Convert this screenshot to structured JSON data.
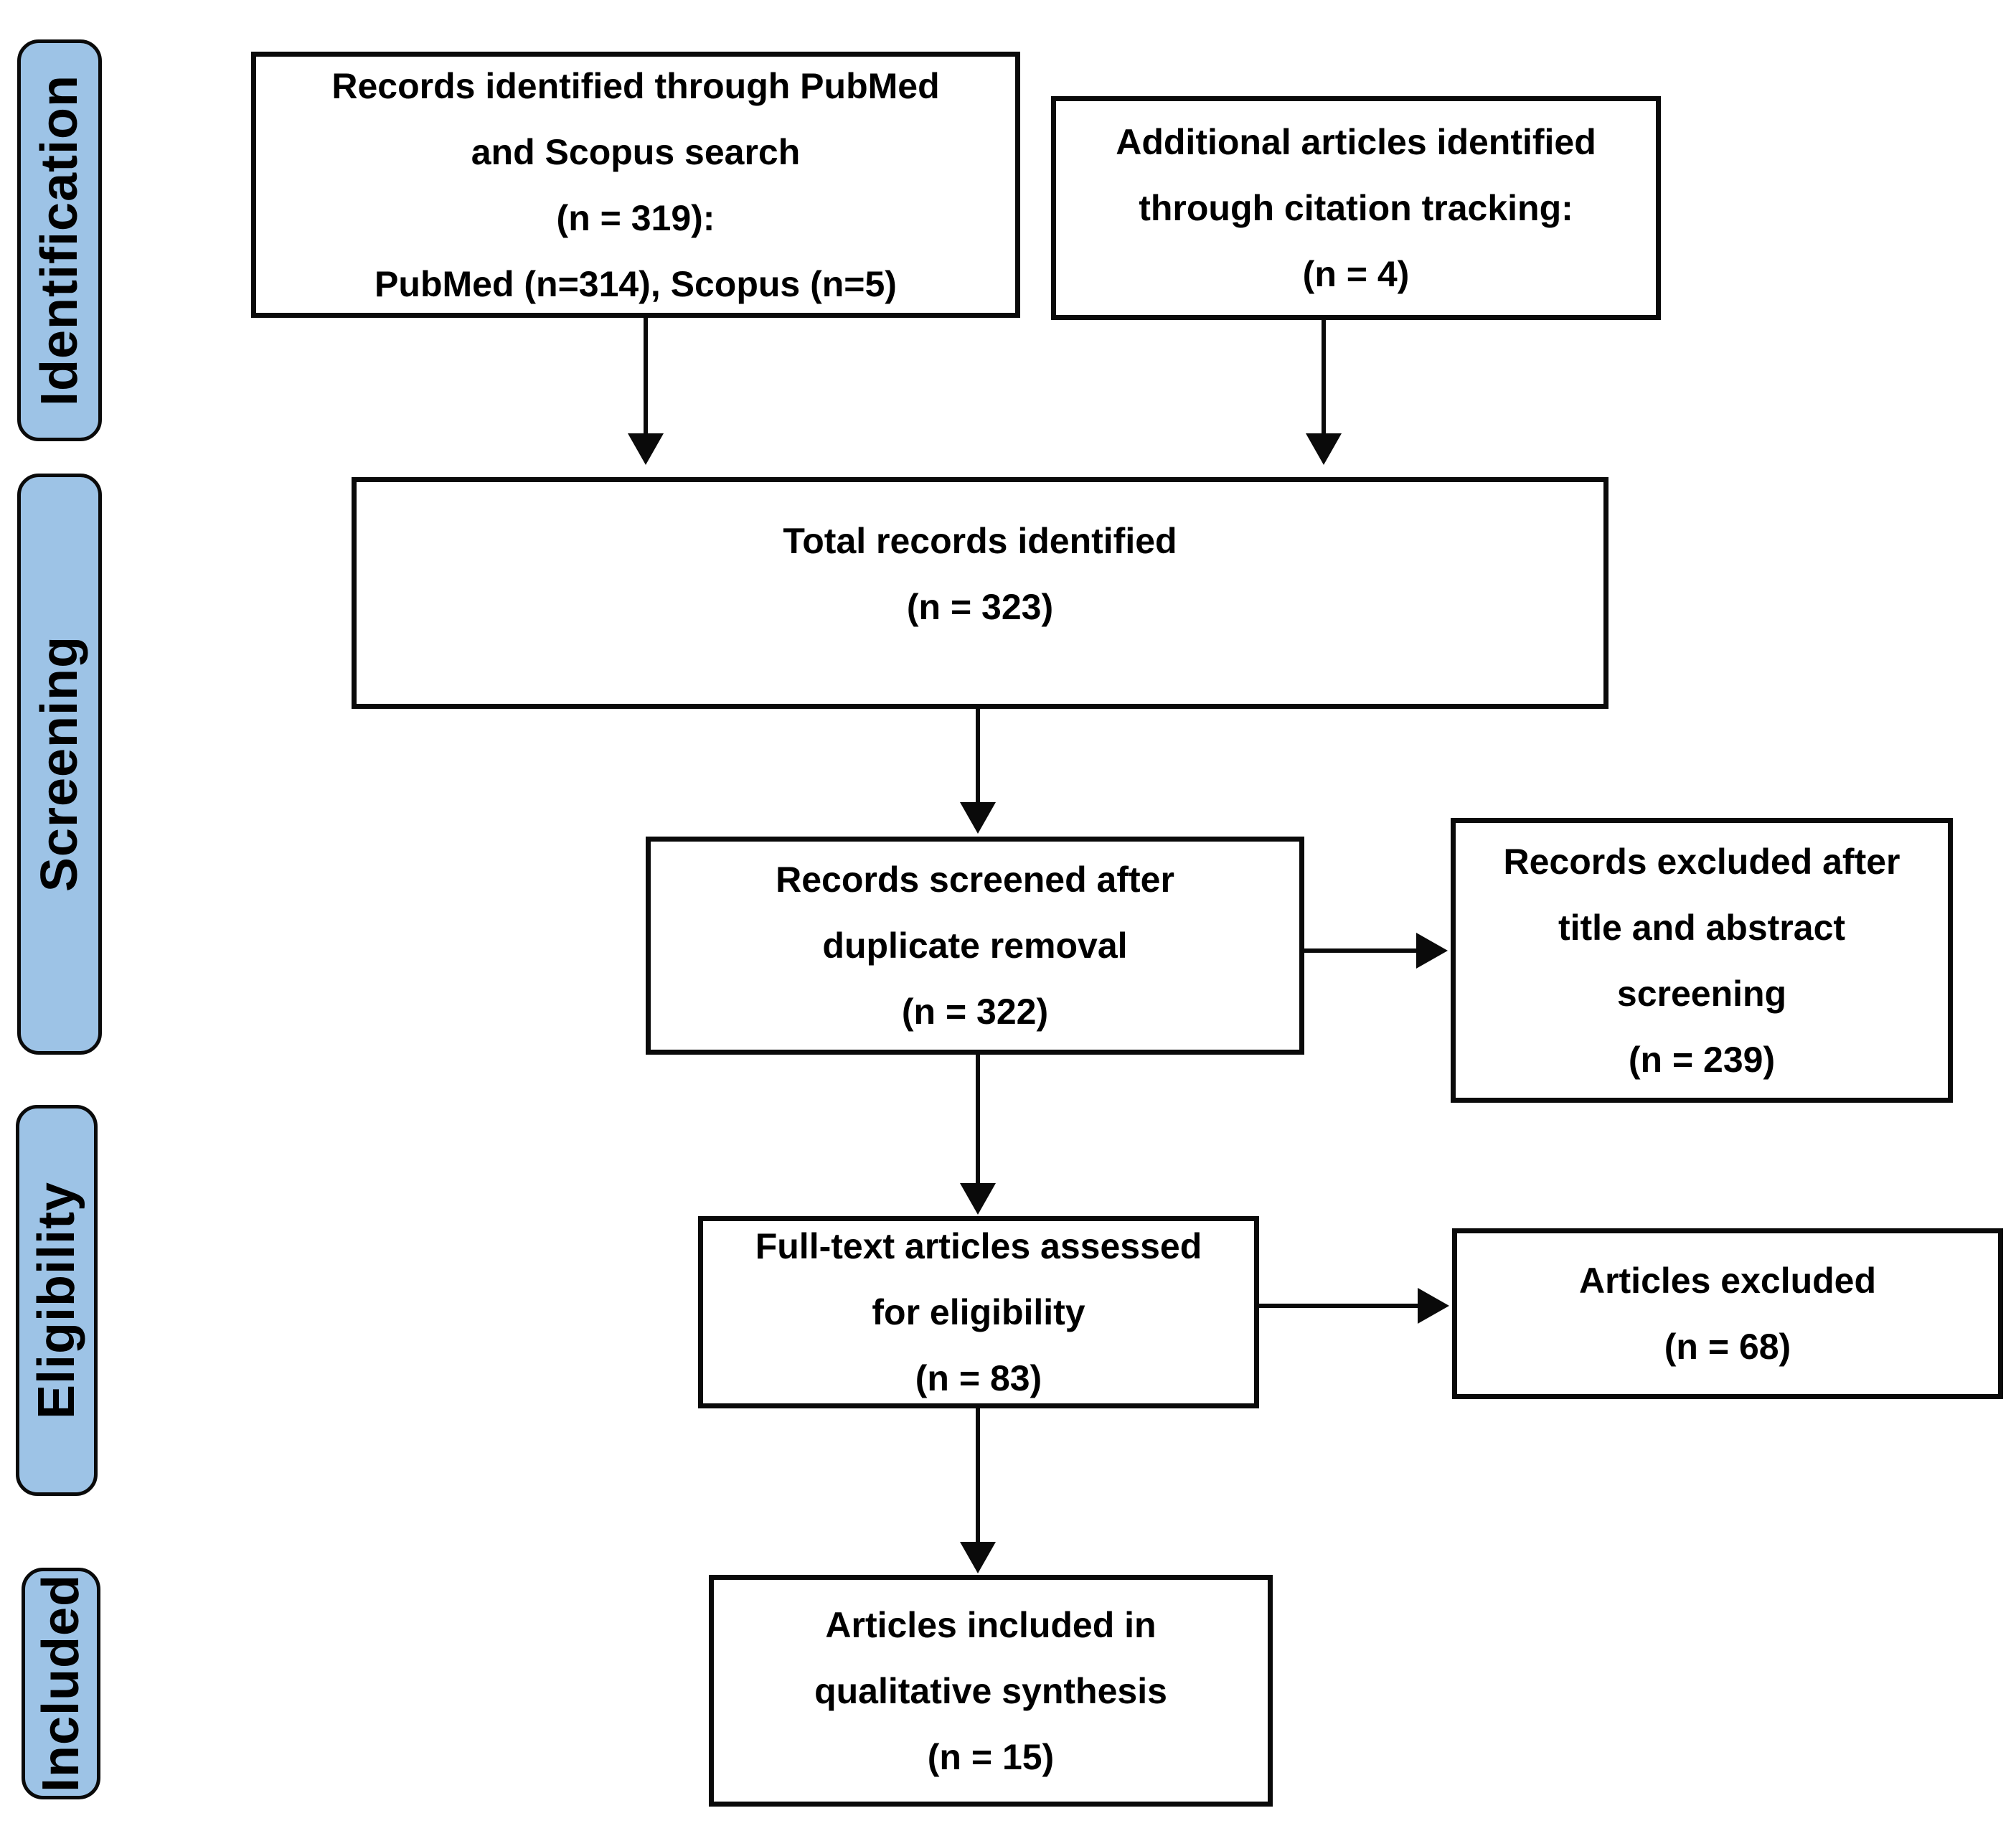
{
  "diagram": {
    "type": "prisma-flow",
    "colors": {
      "stage_fill": "#9DC3E6",
      "box_fill": "#FFFFFF",
      "line": "#000000"
    },
    "stages": [
      {
        "id": "identification",
        "label": "Identification"
      },
      {
        "id": "screening",
        "label": "Screening"
      },
      {
        "id": "eligibility",
        "label": "Eligibility"
      },
      {
        "id": "included",
        "label": "Included"
      }
    ],
    "boxes": {
      "records_identified": {
        "n": 319,
        "lines": [
          "Records identified through PubMed",
          "and Scopus search",
          "(n = 319):",
          "PubMed (n=314), Scopus (n=5)"
        ]
      },
      "additional_articles": {
        "n": 4,
        "lines": [
          "Additional articles identified",
          "through citation tracking:",
          "(n = 4)"
        ]
      },
      "total_records": {
        "n": 323,
        "lines": [
          "Total records identified",
          "(n = 323)"
        ]
      },
      "records_screened": {
        "n": 322,
        "lines": [
          "Records screened after",
          "duplicate removal",
          "(n = 322)"
        ]
      },
      "records_excluded": {
        "n": 239,
        "lines": [
          "Records excluded after",
          "title and abstract",
          "screening",
          "(n = 239)"
        ]
      },
      "fulltext_assessed": {
        "n": 83,
        "lines": [
          "Full-text articles assessed",
          "for eligibility",
          "(n = 83)"
        ]
      },
      "articles_excluded": {
        "n": 68,
        "lines": [
          "Articles excluded",
          "(n = 68)"
        ]
      },
      "articles_included": {
        "n": 15,
        "lines": [
          "Articles included in",
          "qualitative synthesis",
          "(n = 15)"
        ]
      }
    }
  }
}
